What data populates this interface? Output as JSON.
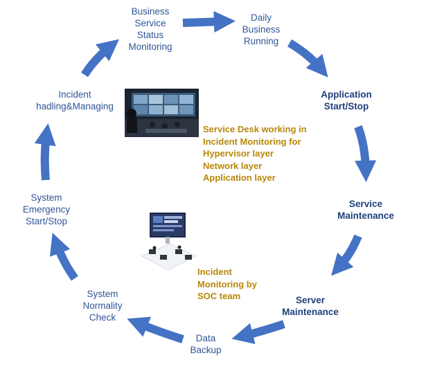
{
  "steps": [
    {
      "id": "business-service-status-monitoring",
      "label": "Business\nService\nStatus\nMonitoring",
      "bold": false
    },
    {
      "id": "daily-business-running",
      "label": "Daily\nBusiness\nRunning",
      "bold": false
    },
    {
      "id": "application-start-stop",
      "label": "Application\nStart/Stop",
      "bold": true
    },
    {
      "id": "service-maintenance",
      "label": "Service\nMaintenance",
      "bold": true
    },
    {
      "id": "server-maintenance",
      "label": "Server\nMaintenance",
      "bold": true
    },
    {
      "id": "data-backup",
      "label": "Data\nBackup",
      "bold": false
    },
    {
      "id": "system-normality-check",
      "label": "System\nNormality\nCheck",
      "bold": false
    },
    {
      "id": "system-emergency-start-stop",
      "label": "System\nEmergency\nStart/Stop",
      "bold": false
    },
    {
      "id": "incident-handling-managing",
      "label": "Incident\nhadling&Managing",
      "bold": false
    }
  ],
  "notes": {
    "service_desk": "Service Desk working in\nIncident Monitoring for\nHypervisor layer\nNetwork layer\nApplication layer",
    "soc": "Incident\nMonitoring by\nSOC team"
  },
  "colors": {
    "arrow": "#4472c4",
    "label": "#2f5597",
    "label_bold": "#1f3f7a",
    "note": "#b8860b"
  }
}
